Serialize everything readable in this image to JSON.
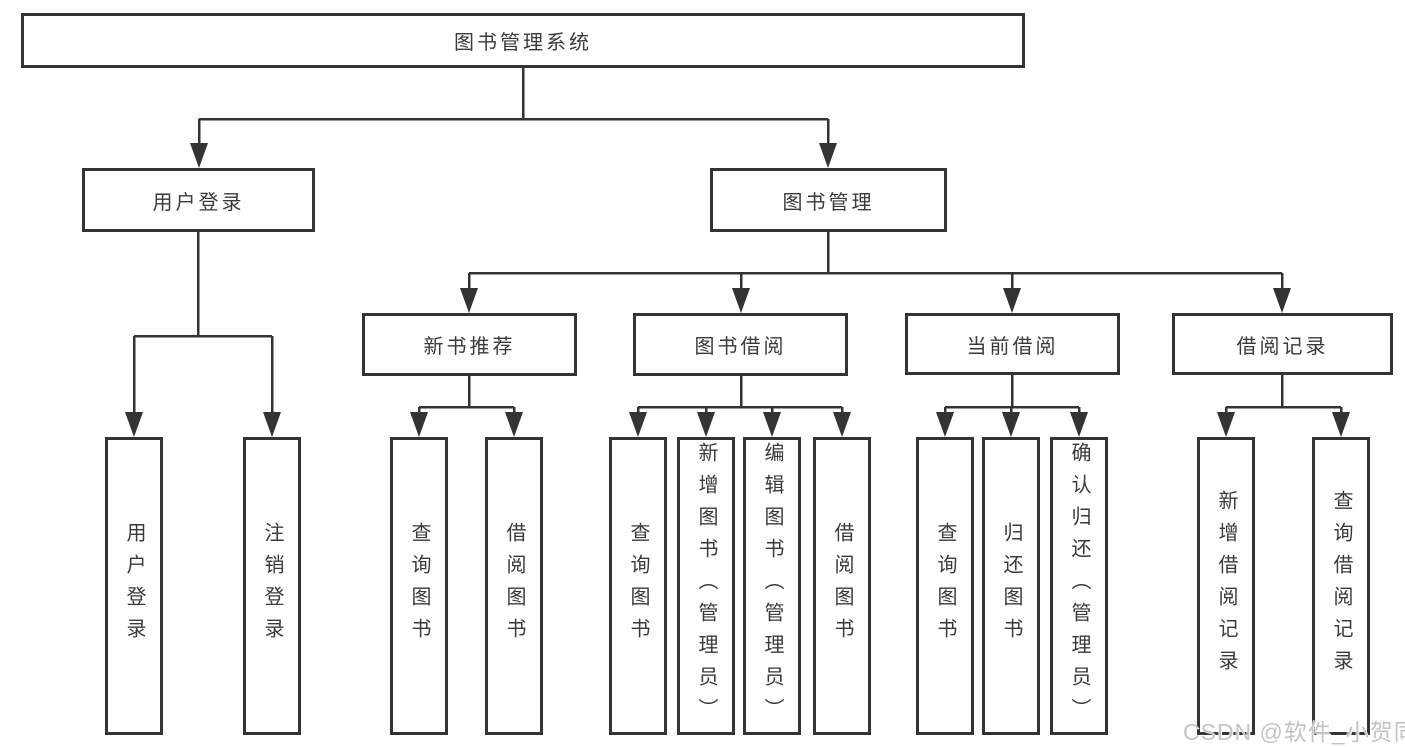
{
  "diagram": {
    "root": {
      "label": "图书管理系统"
    },
    "level2": [
      {
        "label": "用户登录"
      },
      {
        "label": "图书管理"
      }
    ],
    "level3": [
      {
        "label": "新书推荐"
      },
      {
        "label": "图书借阅"
      },
      {
        "label": "当前借阅"
      },
      {
        "label": "借阅记录"
      }
    ],
    "leaves": {
      "user_login": [
        {
          "label": "用户登录"
        },
        {
          "label": "注销登录"
        }
      ],
      "new_book": [
        {
          "label": "查询图书"
        },
        {
          "label": "借阅图书"
        }
      ],
      "book_borrow": [
        {
          "label": "查询图书"
        },
        {
          "label": "新增图书（管理员）"
        },
        {
          "label": "编辑图书（管理员）"
        },
        {
          "label": "借阅图书"
        }
      ],
      "current_borrow": [
        {
          "label": "查询图书"
        },
        {
          "label": "归还图书"
        },
        {
          "label": "确认归还（管理员）"
        }
      ],
      "borrow_record": [
        {
          "label": "新增借阅记录"
        },
        {
          "label": "查询借阅记录"
        }
      ]
    },
    "watermark": "CSDN @软件_小贺同学",
    "colors": {
      "line": "#333333",
      "text": "#3a3a3a",
      "box_background": "#ffffff",
      "watermark": "#c4c4c4"
    }
  }
}
